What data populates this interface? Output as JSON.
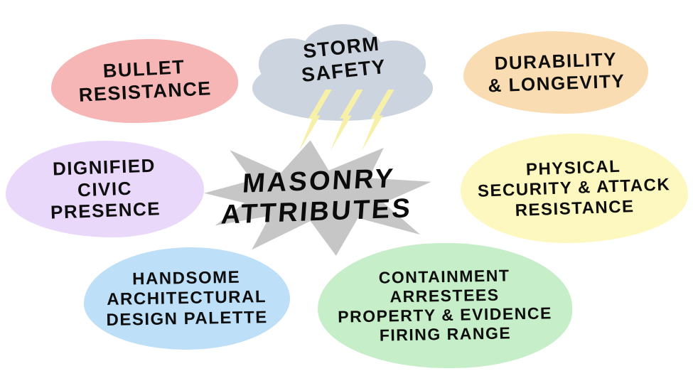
{
  "title": "MASONRY\nATTRIBUTES",
  "bubbles": {
    "bullet": {
      "label": "BULLET\nRESISTANCE",
      "color": "#f6b6b6"
    },
    "storm": {
      "label": "STORM\nSAFETY",
      "color": "#ccd4df"
    },
    "durability": {
      "label": "DURABILITY\n& LONGEVITY",
      "color": "#f9dcb2"
    },
    "civic": {
      "label": "DIGNIFIED\nCIVIC\nPRESENCE",
      "color": "#e9d8f9"
    },
    "security": {
      "label": "PHYSICAL\nSECURITY & ATTACK\nRESISTANCE",
      "color": "#fdf8c0"
    },
    "design": {
      "label": "HANDSOME\nARCHITECTURAL\nDESIGN PALETTE",
      "color": "#bedff8"
    },
    "containment": {
      "label": "CONTAINMENT\nARRESTEES\nPROPERTY & EVIDENCE\nFIRING RANGE",
      "color": "#c6eec8"
    }
  },
  "colors": {
    "background": "#ffffff",
    "center_burst": "#c6c6c6",
    "lightning": "#f6f0a9",
    "text": "#0e0e0e"
  }
}
